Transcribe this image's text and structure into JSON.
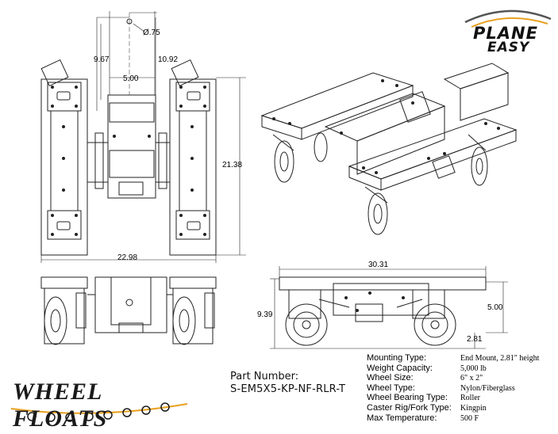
{
  "dimensions": {
    "hole_dia": "Ø.75",
    "left_height": "9.67",
    "center_height": "10.92",
    "span": "5.00",
    "overall_height": "21.38",
    "overall_width": "22.98",
    "side_length": "30.31",
    "side_height": "9.39",
    "side_upper": "5.00",
    "side_lower": "2.81"
  },
  "brand": {
    "plane_easy_line1": "PLANE",
    "plane_easy_line2": "EASY",
    "wheel_floats_text": "WHEEL FLOATS",
    "accent_color": "#e8a020"
  },
  "part": {
    "label": "Part Number:",
    "number": "S-EM5X5-KP-NF-RLR-T"
  },
  "specs": [
    {
      "key": "Mounting Type:",
      "value": "End Mount, 2.81\" height"
    },
    {
      "key": "Weight Capacity:",
      "value": "5,000 lb"
    },
    {
      "key": "Wheel Size:",
      "value": "6\" x 2\""
    },
    {
      "key": "Wheel Type:",
      "value": "Nylon/Fiberglass"
    },
    {
      "key": "Wheel Bearing Type:",
      "value": "Roller"
    },
    {
      "key": "Caster Rig/Fork Type:",
      "value": "Kingpin"
    },
    {
      "key": "Max Temperature:",
      "value": "500 F"
    }
  ]
}
